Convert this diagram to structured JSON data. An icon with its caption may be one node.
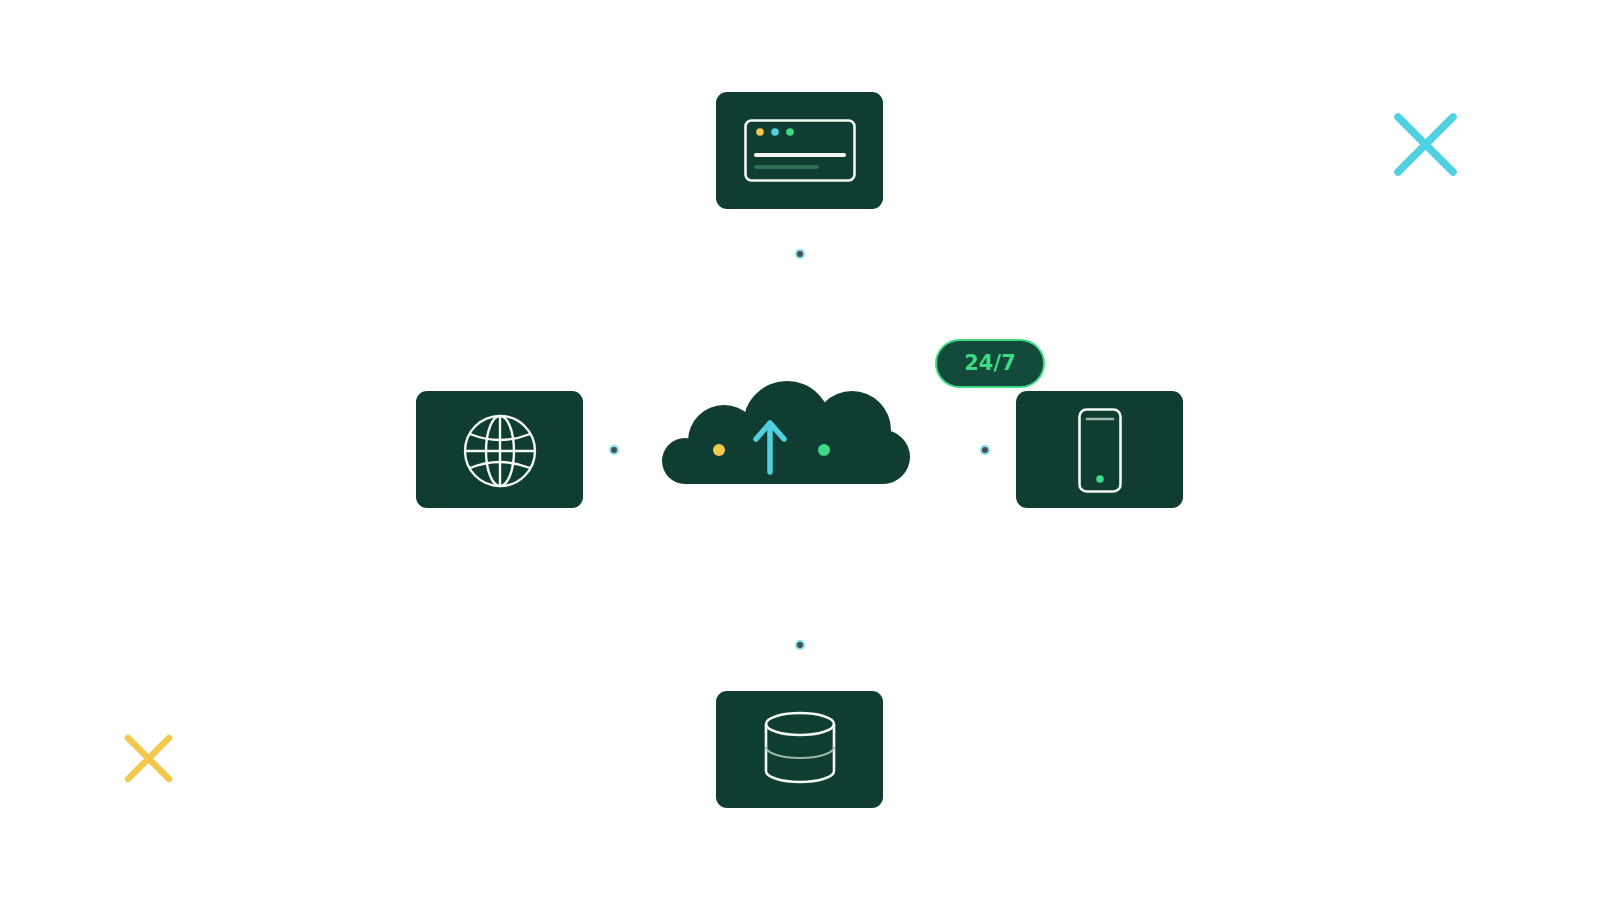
{
  "diagram": {
    "nodes": [
      {
        "text": [],
        "shape": "box"
      },
      {
        "text": [
          "24/7"
        ]
      },
      {
        "text": [],
        "shape": "box"
      },
      {
        "text": [],
        "shape": "cloud"
      },
      {
        "text": [],
        "shape": "box"
      },
      {
        "text": [],
        "shape": "box"
      }
    ]
  }
}
